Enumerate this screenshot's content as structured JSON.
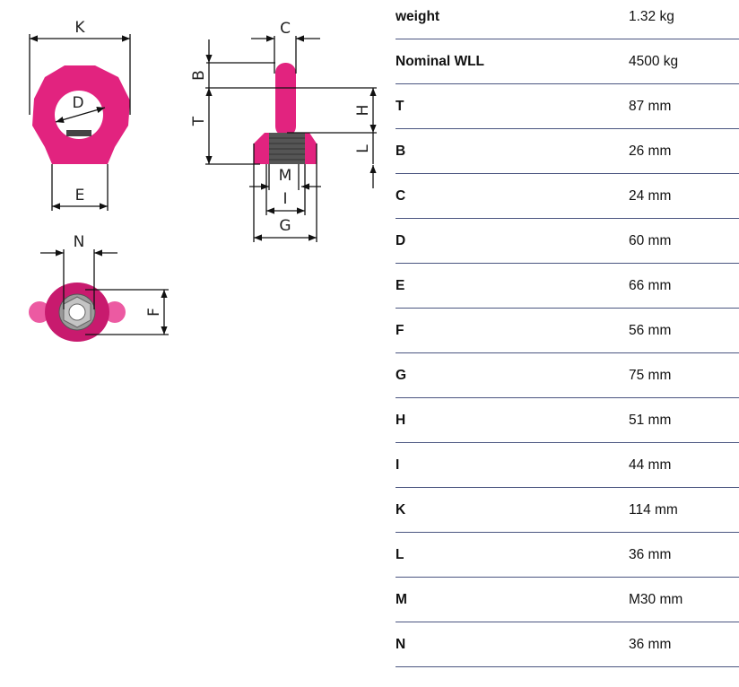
{
  "diagram": {
    "labels": {
      "K": "K",
      "D": "D",
      "E": "E",
      "C": "C",
      "B": "B",
      "T": "T",
      "H": "H",
      "L": "L",
      "M": "M",
      "I": "I",
      "G": "G",
      "N": "N",
      "F": "F"
    },
    "colors": {
      "product_pink": "#e2237f",
      "product_light": "#ec5aa2",
      "steel": "#8a8a8a"
    }
  },
  "specs": [
    {
      "label": "weight",
      "value": "1.32 kg"
    },
    {
      "label": "Nominal WLL",
      "value": "4500 kg"
    },
    {
      "label": "T",
      "value": "87 mm"
    },
    {
      "label": "B",
      "value": "26 mm"
    },
    {
      "label": "C",
      "value": "24 mm"
    },
    {
      "label": "D",
      "value": "60 mm"
    },
    {
      "label": "E",
      "value": "66 mm"
    },
    {
      "label": "F",
      "value": "56 mm"
    },
    {
      "label": "G",
      "value": "75 mm"
    },
    {
      "label": "H",
      "value": "51 mm"
    },
    {
      "label": "I",
      "value": "44 mm"
    },
    {
      "label": "K",
      "value": "114 mm"
    },
    {
      "label": "L",
      "value": "36 mm"
    },
    {
      "label": "M",
      "value": "M30 mm"
    },
    {
      "label": "N",
      "value": "36 mm"
    }
  ]
}
